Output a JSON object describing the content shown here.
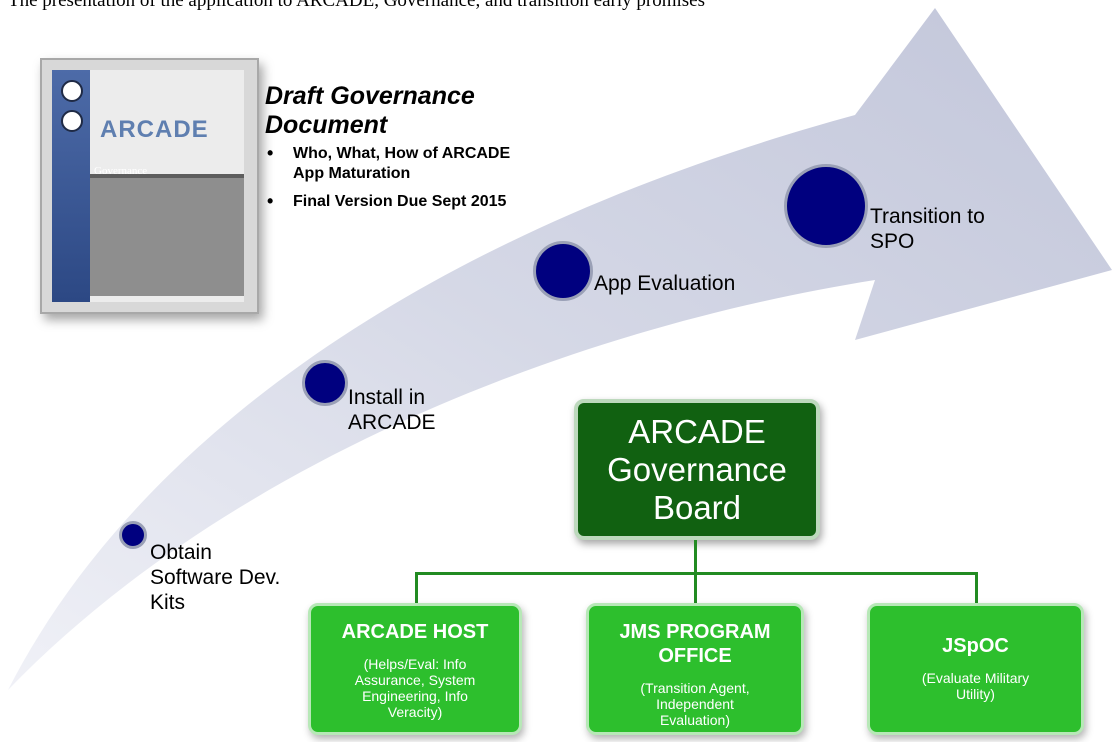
{
  "top_text": "The presentation of the application to ARCADE, Governance, and transition early promises",
  "document": {
    "logo_text": "ARCADE",
    "label": "Governance",
    "title": "Draft Governance Document",
    "bullets": [
      "Who, What, How of ARCADE App Maturation",
      "Final Version Due Sept 2015"
    ]
  },
  "milestones": [
    {
      "label": "Obtain\nSoftware Dev.\nKits"
    },
    {
      "label": "Install in\nARCADE"
    },
    {
      "label": "App Evaluation"
    },
    {
      "label": "Transition to\nSPO"
    }
  ],
  "board": {
    "title": "ARCADE\nGovernance\nBoard"
  },
  "units": [
    {
      "name": "ARCADE HOST",
      "description": "(Helps/Eval: Info\nAssurance, System\nEngineering, Info\nVeracity)"
    },
    {
      "name": "JMS PROGRAM\nOFFICE",
      "description": "(Transition Agent,\nIndependent\nEvaluation)"
    },
    {
      "name": "JSpOC",
      "description": "(Evaluate Military\nUtility)"
    }
  ],
  "colors": {
    "arrow": "#cccfe0",
    "milestone": "#00007f",
    "board": "#116111",
    "unit": "#2dbf2d"
  }
}
